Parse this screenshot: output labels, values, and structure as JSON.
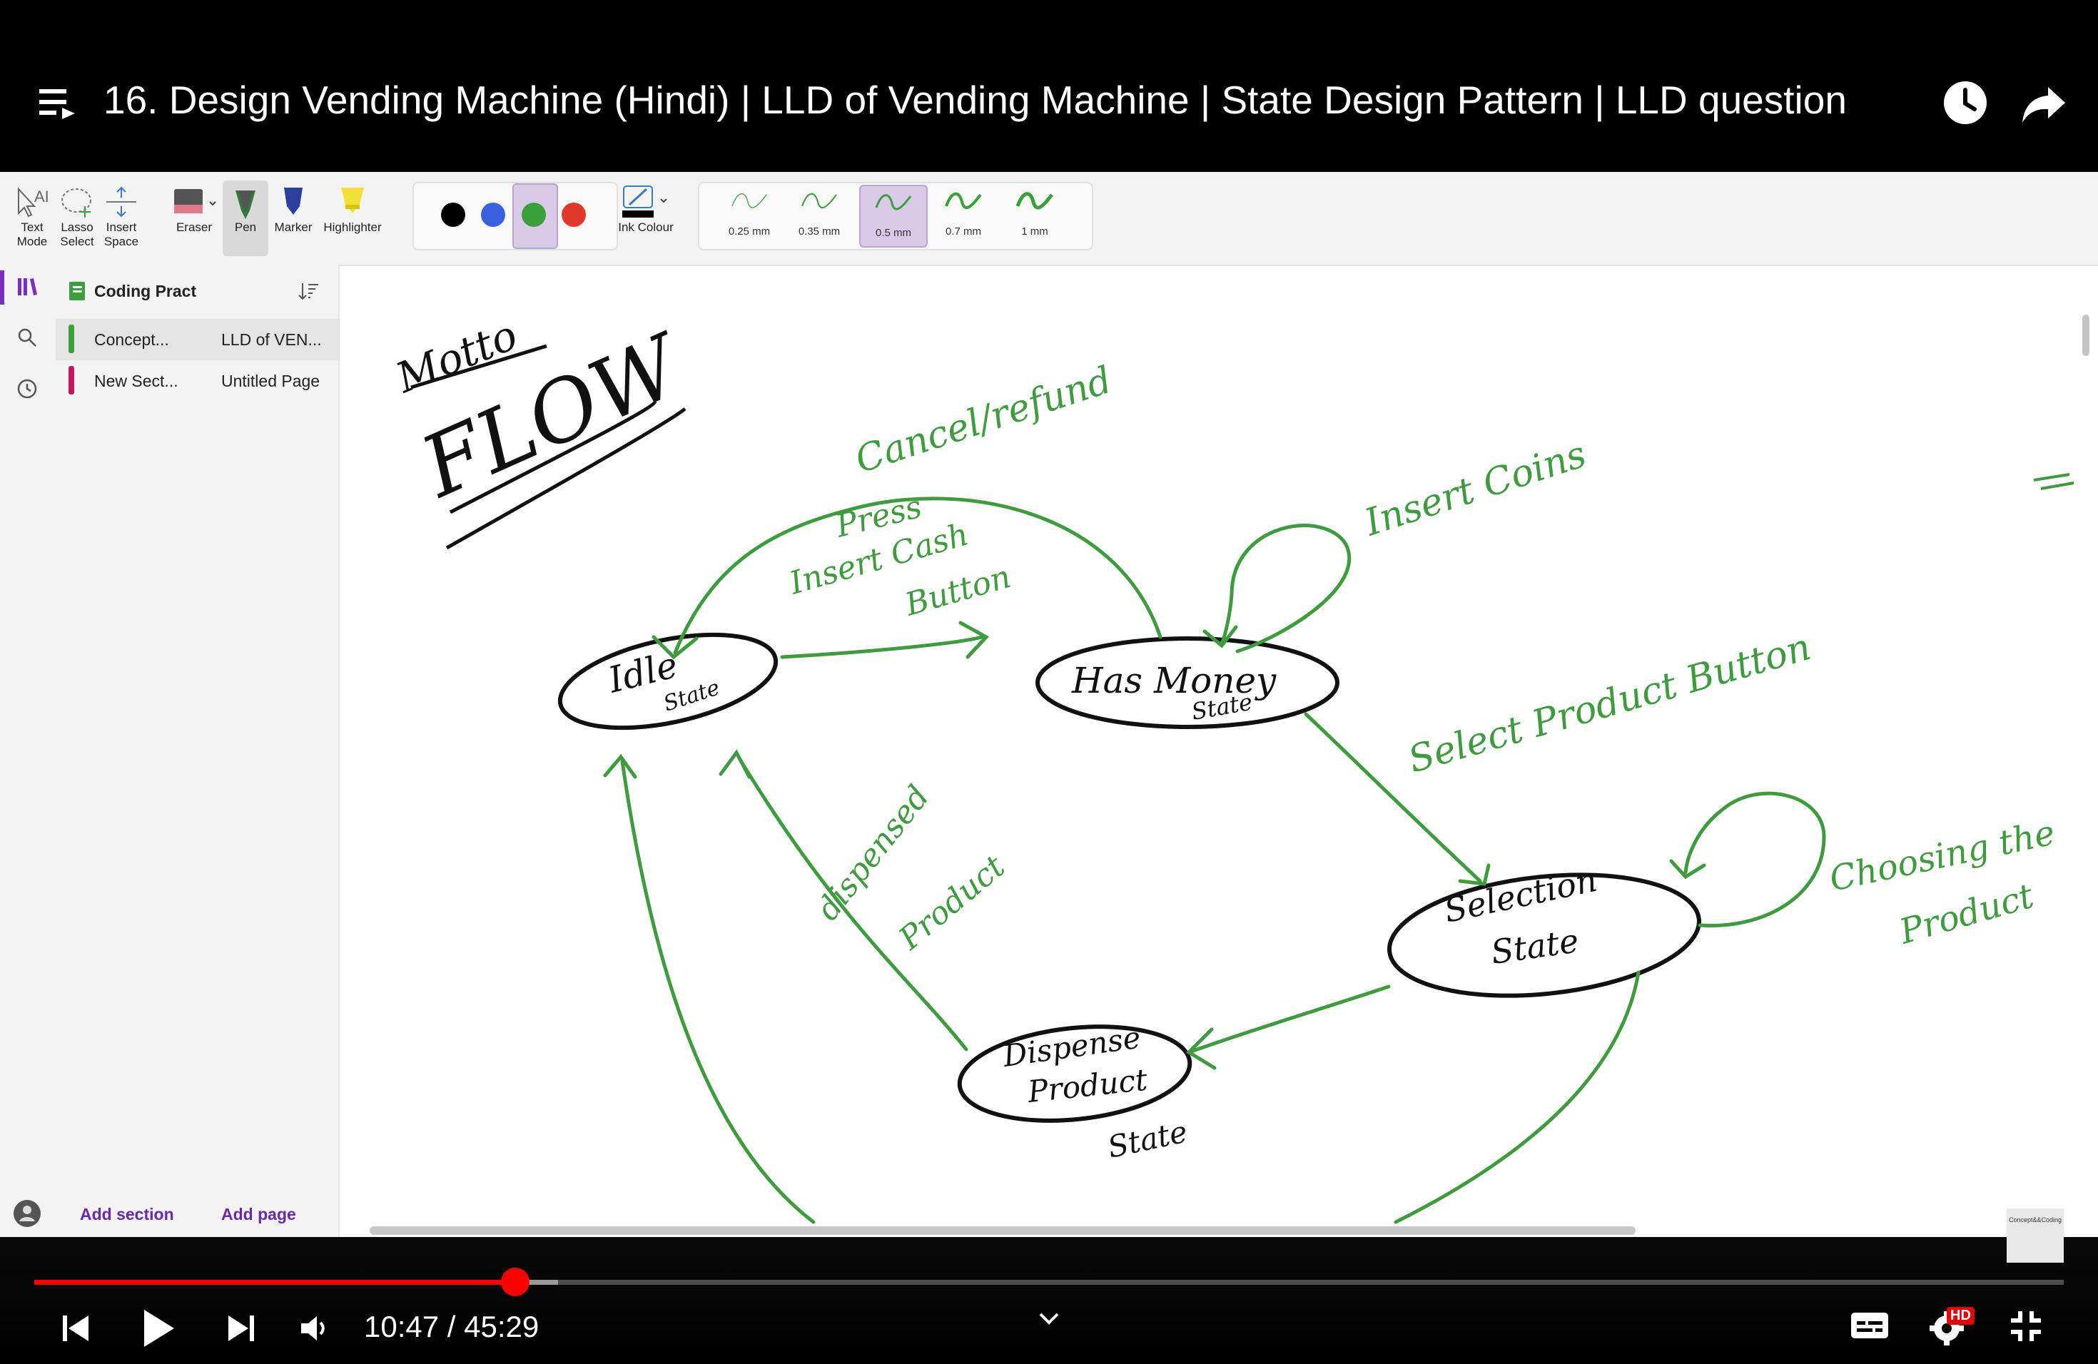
{
  "player": {
    "title": "16. Design Vending Machine (Hindi) | LLD of Vending Machine | State Design Pattern | LLD question",
    "time_current": "10:47",
    "time_separator": " / ",
    "time_total": "45:29",
    "progress_played_fraction": 0.237,
    "progress_loaded_fraction": 0.258,
    "quality_badge": "HD",
    "watermark": "Concept&&Coding"
  },
  "ribbon": {
    "tools": [
      {
        "label": "Text Mode"
      },
      {
        "label": "Lasso Select"
      },
      {
        "label": "Insert Space"
      },
      {
        "label": "Eraser"
      },
      {
        "label": "Pen"
      },
      {
        "label": "Marker"
      },
      {
        "label": "Highlighter"
      }
    ],
    "ink_colour_label": "Ink Colour",
    "colors": [
      "#000000",
      "#3a5fe0",
      "#3aa13a",
      "#e0392c"
    ],
    "selected_color_index": 2,
    "thicknesses": [
      "0.25 mm",
      "0.35 mm",
      "0.5 mm",
      "0.7 mm",
      "1 mm"
    ],
    "selected_thickness_index": 2
  },
  "notebook": {
    "name": "Coding Practise",
    "sections": [
      {
        "label": "Concept...",
        "color": "#3aa13a"
      },
      {
        "label": "New Sect...",
        "color": "#c2185b"
      }
    ],
    "pages": [
      "LLD of VEN...",
      "Untitled Page"
    ],
    "add_section": "Add section",
    "add_page": "Add page"
  },
  "drawing": {
    "heading_struck": "Motto",
    "heading": "FLOW",
    "states": [
      "Idle",
      "State",
      "Has Money",
      "State",
      "Selection",
      "State",
      "Dispense",
      "Product",
      "State"
    ],
    "transitions": [
      "Cancel/refund",
      "Press",
      "Insert Cash",
      "Button",
      "Insert Coins",
      "Select Product Button",
      "Choosing the",
      "Product",
      "dispensed",
      "Product"
    ]
  }
}
